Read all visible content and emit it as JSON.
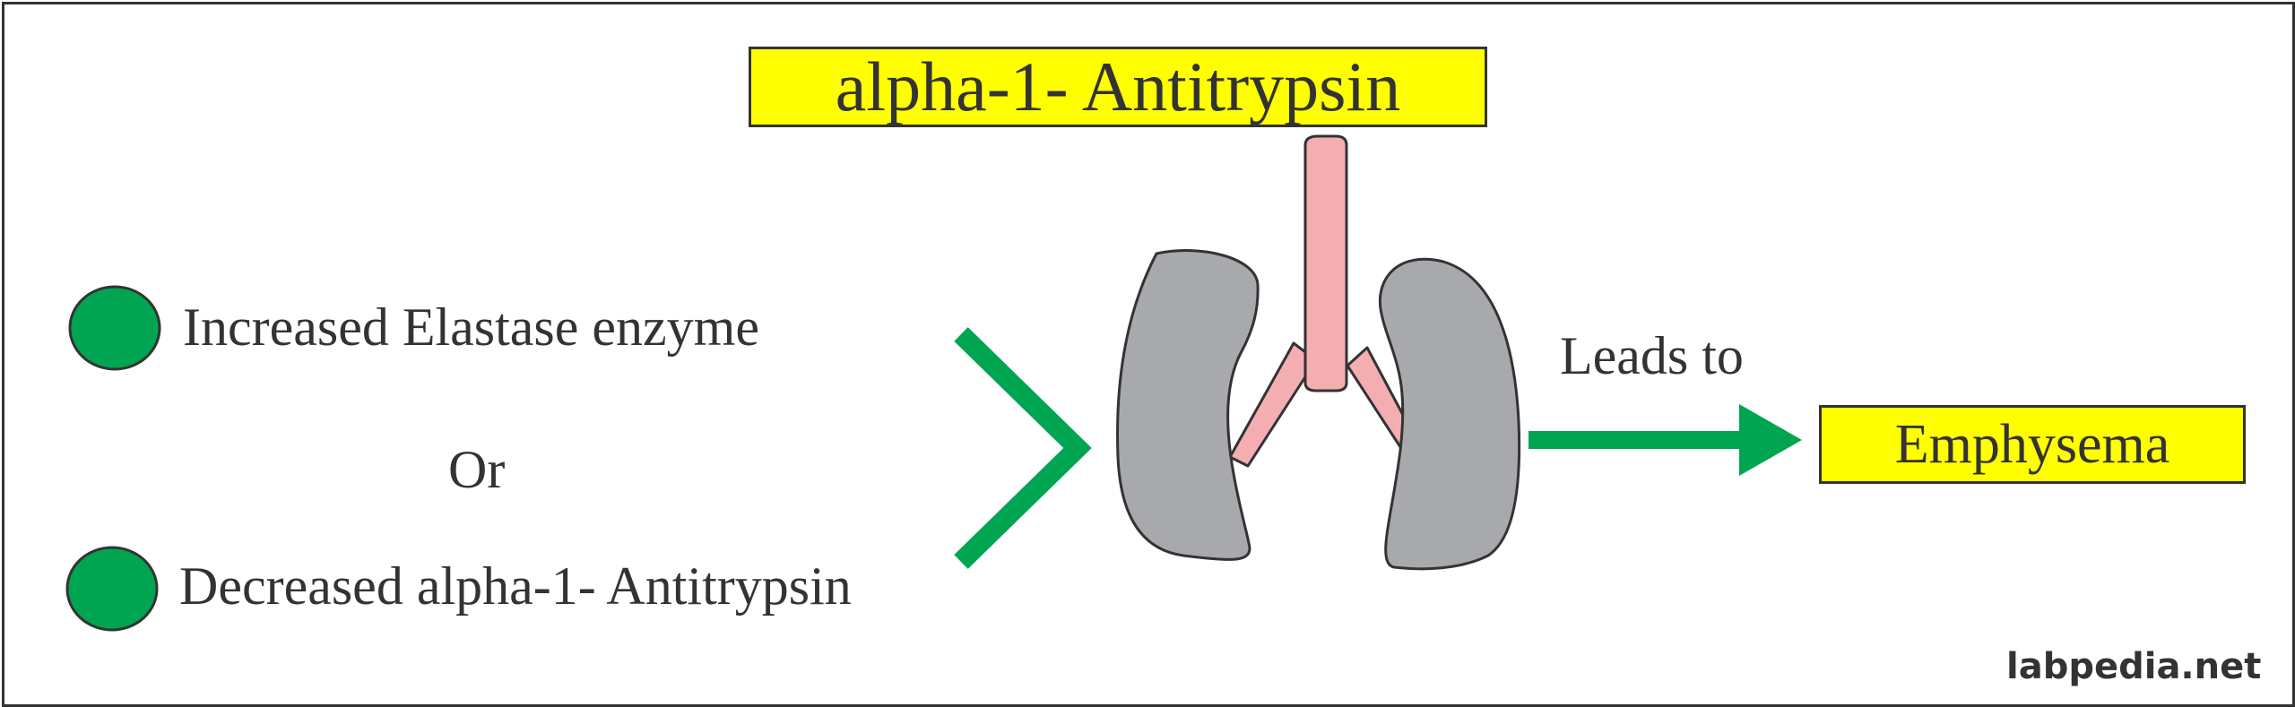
{
  "title": "alpha-1- Antitrypsin",
  "causes": [
    "Increased Elastase enzyme",
    "Decreased alpha-1- Antitrypsin"
  ],
  "connector": "Or",
  "arrow_label": "Leads to",
  "result": "Emphysema",
  "watermark": "labpedia.net",
  "colors": {
    "highlight": "#ffff00",
    "bullet": "#00a551",
    "arrow": "#00a551",
    "lung": "#a7a9ac",
    "airway": "#f4aeb2",
    "outline": "#333333"
  },
  "icons": [
    "bullet-dot-icon",
    "chevron-right-icon",
    "lungs-icon",
    "arrow-right-icon"
  ]
}
